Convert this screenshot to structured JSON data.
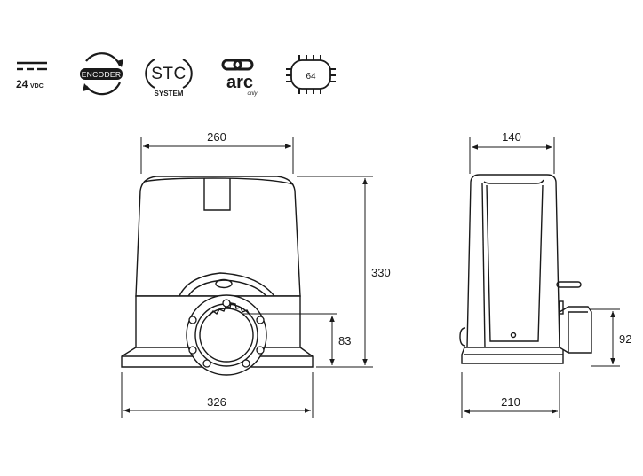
{
  "icons": {
    "dc_voltage": {
      "icon": "dc-voltage-icon",
      "value": "24",
      "unit": "VDC"
    },
    "encoder": {
      "icon": "encoder-icon",
      "label": "ENCODER"
    },
    "stc": {
      "icon": "stc-system-icon",
      "label": "STC",
      "sublabel": "SYSTEM"
    },
    "arc": {
      "icon": "arc-link-icon",
      "label": "arc",
      "sublabel": "only"
    },
    "chip": {
      "icon": "chip-icon",
      "label": "64"
    }
  },
  "front_view": {
    "width_top": "260",
    "height": "330",
    "pinion_height": "83",
    "base_width": "326"
  },
  "side_view": {
    "width_top": "140",
    "height_right": "92",
    "base_width": "210"
  }
}
